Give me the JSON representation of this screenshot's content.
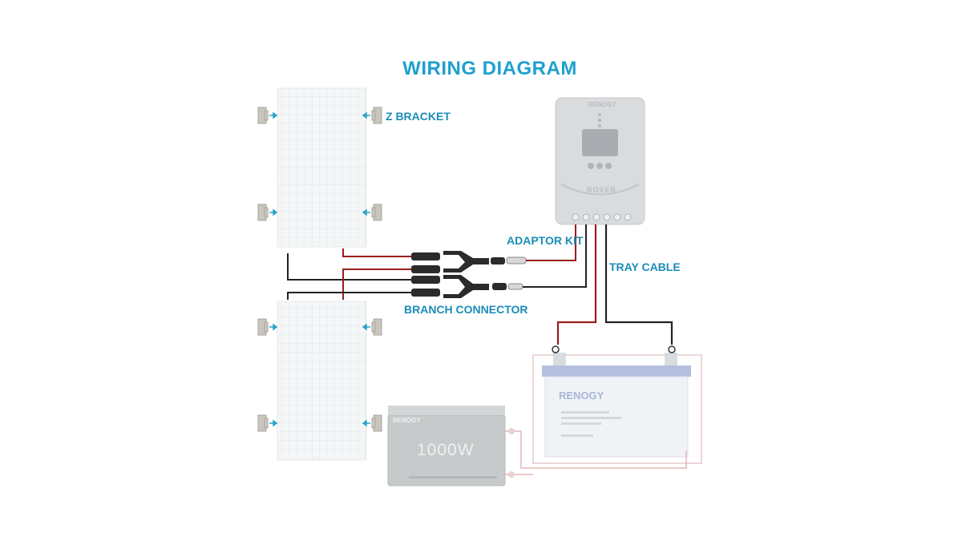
{
  "title": "WIRING DIAGRAM",
  "labels": {
    "z_bracket": "Z BRACKET",
    "adaptor_kit": "ADAPTOR KIT",
    "tray_cable": "TRAY CABLE",
    "branch_connector": "BRANCH CONNECTOR"
  },
  "controller": {
    "brand": "RENOGY",
    "model": "ROVER"
  },
  "inverter": {
    "brand": "RENOGY",
    "power": "1000W"
  },
  "battery": {
    "brand": "RENOGY"
  },
  "colors": {
    "title": "#1ea0cf",
    "label": "#1b8db8",
    "positive_wire": "#9b1c1c",
    "negative_wire": "#222222",
    "panel": "#f2f4f5",
    "device": "#cfd2d4",
    "battery_lid": "#aab6d8"
  },
  "icons": [
    "z-bracket-icon",
    "arrow-icon",
    "mc4-connector-icon",
    "ring-terminal-icon"
  ]
}
